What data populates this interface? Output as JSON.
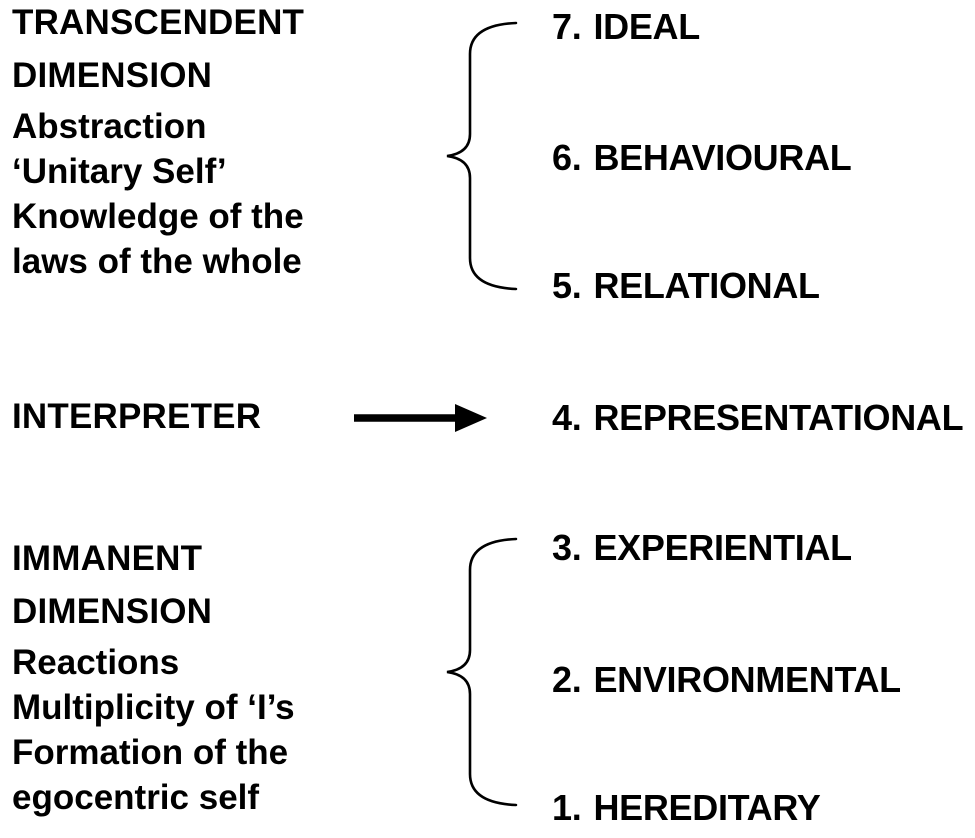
{
  "colors": {
    "background": "#ffffff",
    "text": "#000000",
    "line": "#000000"
  },
  "left_column": {
    "transcendent": {
      "heading_lines": [
        "TRANSCENDENT",
        "DIMENSION"
      ],
      "body_lines": [
        "Abstraction",
        "‘Unitary Self’",
        "Knowledge of the",
        "laws of the whole"
      ]
    },
    "interpreter_label": "INTERPRETER",
    "immanent": {
      "heading_lines": [
        "IMMANENT",
        "DIMENSION"
      ],
      "body_lines": [
        "Reactions",
        "Multiplicity of ‘I’s",
        "Formation of the",
        "egocentric self"
      ]
    }
  },
  "right_column": {
    "levels": [
      {
        "number": "7.",
        "label": "IDEAL"
      },
      {
        "number": "6.",
        "label": "BEHAVIOURAL"
      },
      {
        "number": "5.",
        "label": "RELATIONAL"
      },
      {
        "number": "4.",
        "label": "REPRESENTATIONAL"
      },
      {
        "number": "3.",
        "label": "EXPERIENTIAL"
      },
      {
        "number": "2.",
        "label": "ENVIRONMENTAL"
      },
      {
        "number": "1.",
        "label": "HEREDITARY"
      }
    ]
  }
}
